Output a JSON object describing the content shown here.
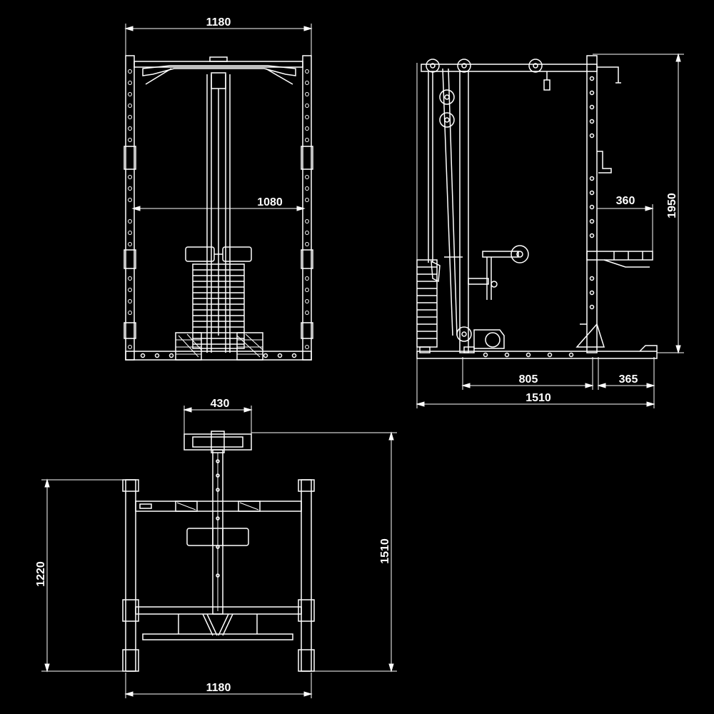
{
  "colors": {
    "background": "#000000",
    "line": "#ffffff"
  },
  "front_view": {
    "overall_width": "1180",
    "inner_width": "1080"
  },
  "side_view": {
    "height": "1950",
    "attachment_depth": "360",
    "base_span": "805",
    "rear_extension": "365",
    "overall_length": "1510"
  },
  "top_view": {
    "seat_width": "430",
    "overall_length": "1510",
    "frame_depth": "1220",
    "overall_width": "1180"
  }
}
